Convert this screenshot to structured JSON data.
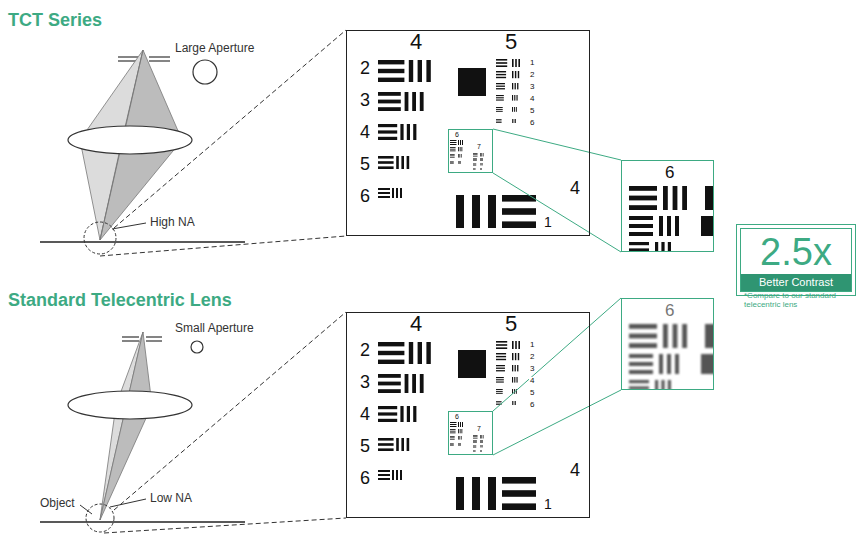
{
  "diagram": {
    "nodes": [
      {
        "text": [
          "4",
          "5",
          "2",
          "3",
          "4",
          "5",
          "6",
          "1",
          "2",
          "3",
          "4",
          "5",
          "6",
          "4",
          "1"
        ]
      },
      {
        "text": [
          "6",
          "7"
        ],
        "in": 0
      },
      {
        "text": [
          "6"
        ]
      },
      {
        "text": [
          "2.5x",
          "Better Contrast"
        ]
      },
      {
        "text": [
          "4",
          "5",
          "2",
          "3",
          "4",
          "5",
          "6",
          "1",
          "2",
          "3",
          "4",
          "5",
          "6",
          "4",
          "1"
        ]
      },
      {
        "text": [
          "6",
          "7"
        ],
        "in": 4
      },
      {
        "text": [
          "6"
        ]
      }
    ],
    "edges": [
      {
        "from": 1,
        "to": 2,
        "arrow": "none"
      },
      {
        "from": 1,
        "to": 2,
        "arrow": "none"
      },
      {
        "from": 5,
        "to": 6,
        "arrow": "none"
      },
      {
        "from": 5,
        "to": 6,
        "arrow": "none"
      }
    ],
    "labels": [
      "TCT Series",
      "Large Aperture",
      "High NA",
      "*Compare to our standard telecentric lens",
      "Standard Telecentric Lens",
      "Small Aperture",
      "Low NA",
      "Object"
    ]
  }
}
